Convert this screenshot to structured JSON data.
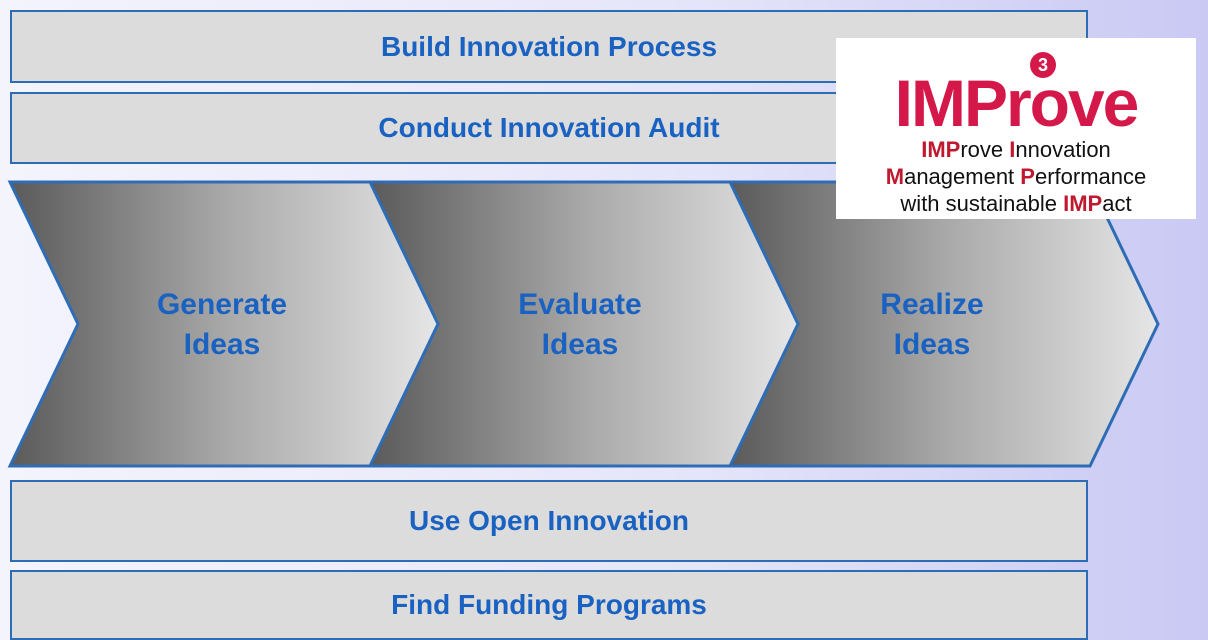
{
  "bars": {
    "top1": "Build Innovation Process",
    "top2": "Conduct Innovation Audit",
    "bottom1": "Use Open Innovation",
    "bottom2": "Find Funding Programs"
  },
  "chevrons": [
    {
      "line1": "Generate",
      "line2": "Ideas"
    },
    {
      "line1": "Evaluate",
      "line2": "Ideas"
    },
    {
      "line1": "Realize",
      "line2": "Ideas"
    }
  ],
  "logo": {
    "mark": "IMProve",
    "superscript": "3",
    "line1": {
      "hl1": "IMP",
      "rest1": "rove ",
      "hl2": "I",
      "rest2": "nnovation"
    },
    "line2": {
      "hl1": "M",
      "rest1": "anagement ",
      "hl2": "P",
      "rest2": "erformance"
    },
    "line3": {
      "rest1": "with sustainable ",
      "hl1": "IMP",
      "rest2": "act"
    }
  },
  "colors": {
    "text_blue": "#1a62c2",
    "border_blue": "#2e6db5",
    "bar_gray": "#dcdcdc",
    "logo_red": "#d4184a"
  }
}
